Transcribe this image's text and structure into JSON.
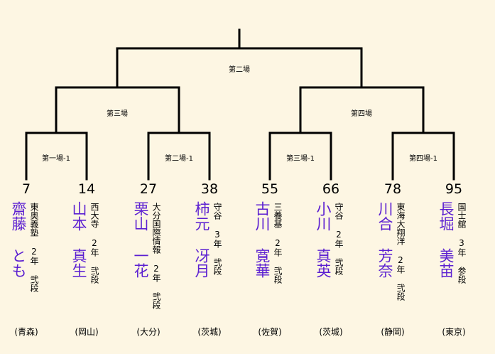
{
  "matches": [
    {
      "label": "第二場"
    },
    {
      "label": "第三場"
    },
    {
      "label": "第四場"
    },
    {
      "label": "第一場-1"
    },
    {
      "label": "第二場-1"
    },
    {
      "label": "第三場-1"
    },
    {
      "label": "第四場-1"
    }
  ],
  "entries": [
    {
      "seed": "7",
      "name": "齋藤 とも",
      "school": "東奥義塾",
      "grade": "2年",
      "rank": "弐段",
      "prefecture": "(青森)"
    },
    {
      "seed": "14",
      "name": "山本 真生",
      "school": "西大寺",
      "grade": "2年",
      "rank": "弐段",
      "prefecture": "(岡山)"
    },
    {
      "seed": "27",
      "name": "栗山 一花",
      "school": "大分国際情報",
      "grade": "2年",
      "rank": "弐段",
      "prefecture": "(大分)"
    },
    {
      "seed": "38",
      "name": "柿元 冴月",
      "school": "守谷",
      "grade": "3年",
      "rank": "弐段",
      "prefecture": "(茨城)"
    },
    {
      "seed": "55",
      "name": "古川 寛華",
      "school": "三養基",
      "grade": "2年",
      "rank": "弐段",
      "prefecture": "(佐賀)"
    },
    {
      "seed": "66",
      "name": "小川 真英",
      "school": "守谷",
      "grade": "2年",
      "rank": "弐段",
      "prefecture": "(茨城)"
    },
    {
      "seed": "78",
      "name": "川合 芳奈",
      "school": "東海大翔洋",
      "grade": "2年",
      "rank": "弐段",
      "prefecture": "(静岡)"
    },
    {
      "seed": "95",
      "name": "長堀 美苗",
      "school": "国士舘",
      "grade": "3年",
      "rank": "参段",
      "prefecture": "(東京)"
    }
  ],
  "colors": {
    "background": "#fdf6e3",
    "line": "#000000",
    "name": "#5b1fd1"
  }
}
